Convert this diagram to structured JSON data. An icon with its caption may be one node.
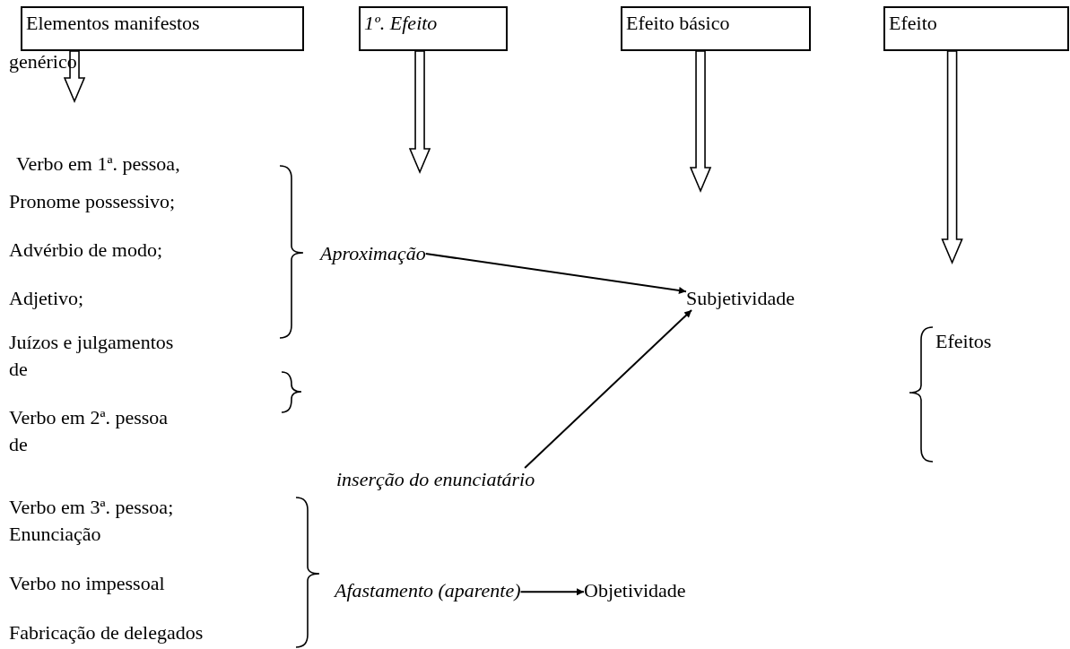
{
  "diagram": {
    "nodes": [
      {
        "text": [
          "Elementos manifestos"
        ],
        "beside": [
          "genérico"
        ]
      },
      {
        "text": [
          "1º. Efeito"
        ]
      },
      {
        "text": [
          "Efeito básico"
        ]
      },
      {
        "text": [
          "Efeito"
        ]
      },
      {
        "text": [
          "Aproximação"
        ]
      },
      {
        "text": [
          "Subjetividade"
        ]
      },
      {
        "text": [
          "inserção do enunciatário"
        ]
      },
      {
        "text": [
          "Afastamento (aparente)"
        ]
      },
      {
        "text": [
          "Objetividade"
        ]
      }
    ],
    "edges": [
      {
        "from": 0,
        "to": null,
        "arrow": "to"
      },
      {
        "from": 1,
        "to": null,
        "arrow": "to"
      },
      {
        "from": 2,
        "to": null,
        "arrow": "to"
      },
      {
        "from": 3,
        "to": null,
        "arrow": "to"
      },
      {
        "from": 4,
        "to": 5,
        "arrow": "to"
      },
      {
        "from": 6,
        "to": 5,
        "arrow": "to"
      },
      {
        "from": 7,
        "to": 8,
        "arrow": "to"
      }
    ],
    "labels": [
      "Verbo em 1ª. pessoa,",
      "Pronome possessivo;",
      "Advérbio de modo;",
      "Adjetivo;",
      "Juízos e julgamentos de",
      "Verbo em 2ª. pessoa de",
      "Efeitos",
      "Verbo em 3ª. pessoa; Enunciação",
      "Verbo no impessoal",
      "Fabricação de delegados"
    ]
  }
}
